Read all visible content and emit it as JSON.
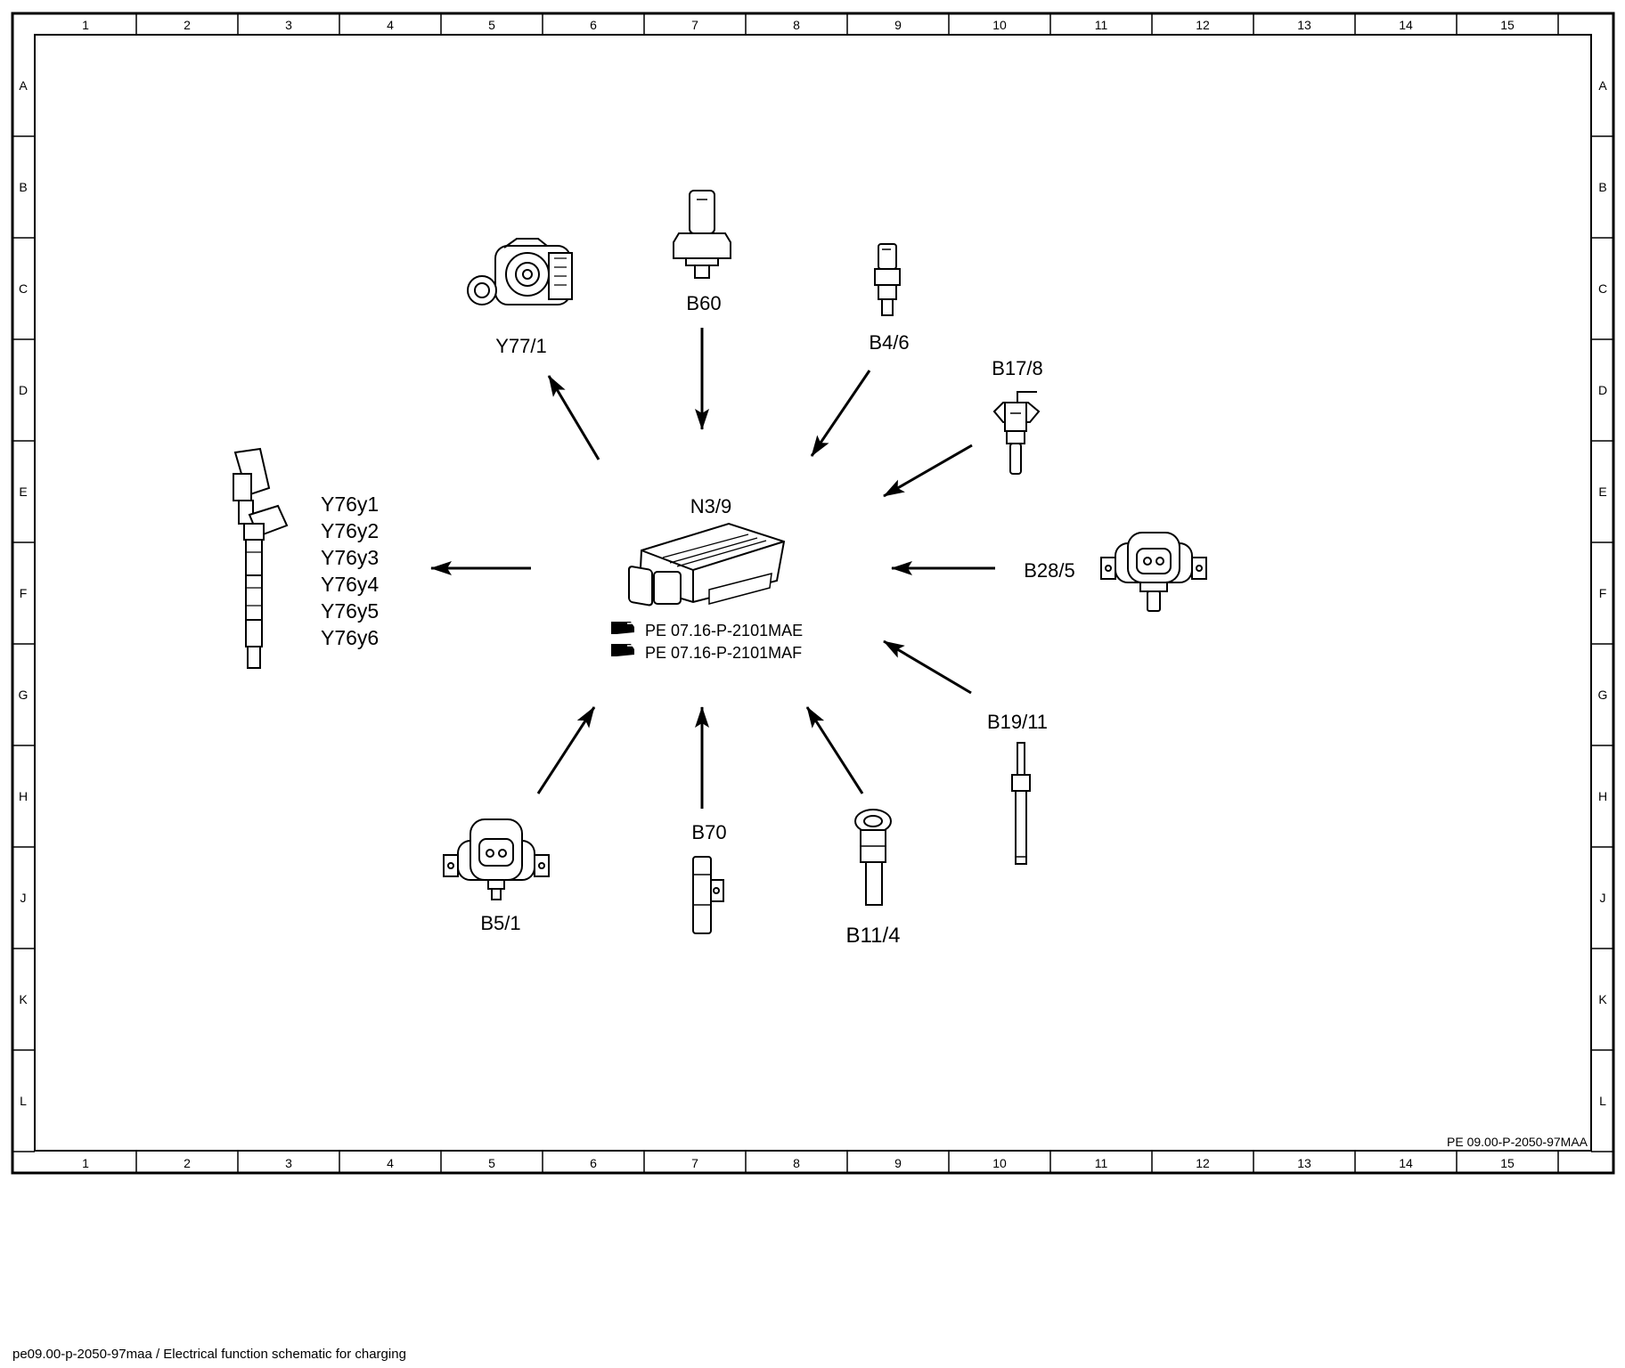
{
  "sheet": {
    "column_labels": [
      "1",
      "2",
      "3",
      "4",
      "5",
      "6",
      "7",
      "8",
      "9",
      "10",
      "11",
      "12",
      "13",
      "14",
      "15"
    ],
    "row_labels": [
      "A",
      "B",
      "C",
      "D",
      "E",
      "F",
      "G",
      "H",
      "J",
      "K",
      "L"
    ],
    "drawing_ref": "PE 09.00-P-2050-97MAA"
  },
  "control_unit": {
    "label": "N3/9",
    "refs": [
      "PE 07.16-P-2101MAE",
      "PE 07.16-P-2101MAF"
    ],
    "ref_icon": "pointing-hand-icon"
  },
  "components": {
    "y77_1": "Y77/1",
    "b60": "B60",
    "b4_6": "B4/6",
    "b17_8": "B17/8",
    "b28_5": "B28/5",
    "b19_11": "B19/11",
    "b11_4": "B11/4",
    "b70": "B70",
    "b5_1": "B5/1",
    "injectors": [
      "Y76y1",
      "Y76y2",
      "Y76y3",
      "Y76y4",
      "Y76y5",
      "Y76y6"
    ]
  },
  "caption": "pe09.00-p-2050-97maa / Electrical function schematic for charging"
}
